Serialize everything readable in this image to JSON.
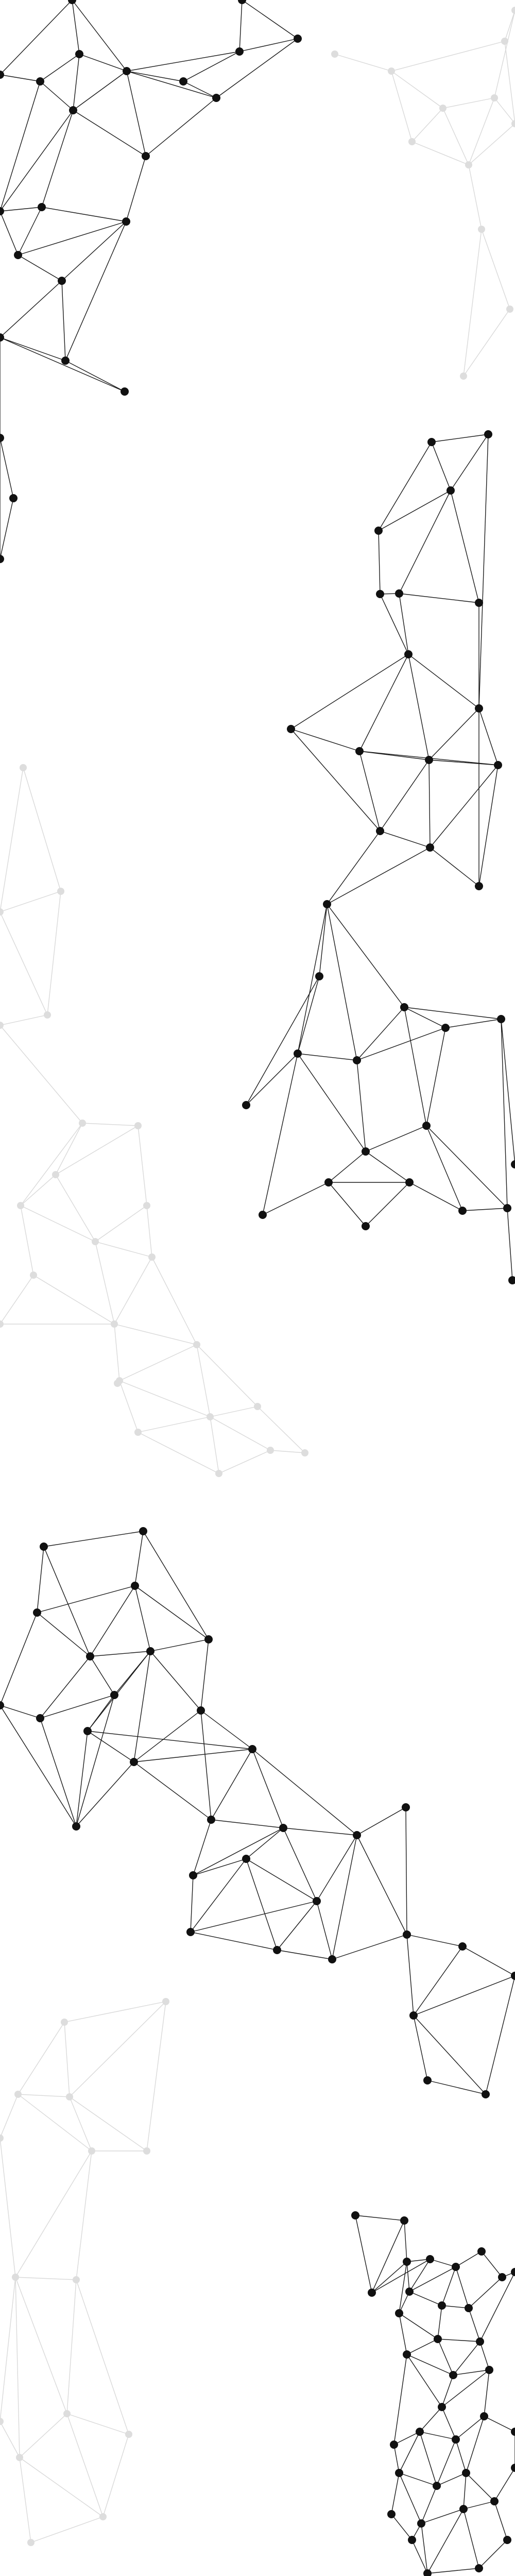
{
  "colors": {
    "background": "#ffffff",
    "dark_network": "#111111",
    "light_network": "#d9d9d9"
  },
  "networks": [
    {
      "id": "network-top-left",
      "tone": "dark"
    },
    {
      "id": "network-top-right-faint",
      "tone": "light"
    },
    {
      "id": "network-upper-right",
      "tone": "dark"
    },
    {
      "id": "network-left-faint",
      "tone": "light"
    },
    {
      "id": "network-middle",
      "tone": "dark"
    },
    {
      "id": "network-lower-left-faint",
      "tone": "light"
    },
    {
      "id": "network-bottom-right",
      "tone": "dark"
    }
  ]
}
